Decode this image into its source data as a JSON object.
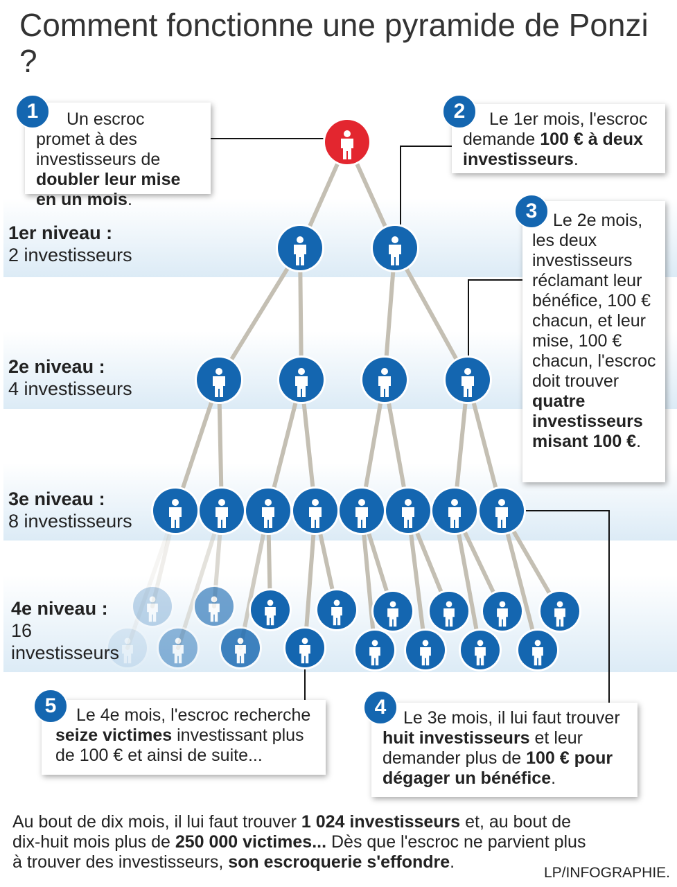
{
  "title": "Comment fonctionne une pyramide de Ponzi ?",
  "colors": {
    "band": "#dcebf6",
    "investor": "#1466b0",
    "escroc": "#e3262f",
    "line": "#c4bfb3",
    "badge": "#1466b0"
  },
  "levels": [
    {
      "head": "1er niveau :",
      "count": "2 investisseurs"
    },
    {
      "head": "2e niveau :",
      "count": "4 investisseurs"
    },
    {
      "head": "3e niveau :",
      "count": "8 investisseurs"
    },
    {
      "head": "4e niveau :",
      "count_line1": "16",
      "count_line2": "investisseurs"
    }
  ],
  "steps": [
    {
      "number": "1",
      "parts": [
        "Un escroc promet à des investisseurs de ",
        "doubler leur mise en un mois",
        "."
      ]
    },
    {
      "number": "2",
      "parts": [
        "Le 1er mois, l'escroc demande ",
        "100 € à deux investisseurs",
        "."
      ]
    },
    {
      "number": "3",
      "parts": [
        "Le 2e mois, les deux investisseurs réclamant leur bénéfice, 100 € chacun, et leur mise, 100 € chacun, l'escroc doit trouver ",
        "quatre investisseurs misant 100 €",
        "."
      ]
    },
    {
      "number": "4",
      "parts": [
        "Le 3e mois, il lui faut trouver ",
        "huit investisseurs",
        " et leur demander plus de ",
        "100 € pour dégager un bénéfice",
        "."
      ]
    },
    {
      "number": "5",
      "parts": [
        "Le 4e mois, l'escroc recherche ",
        "seize victimes",
        " investissant plus de 100 € et ainsi de suite..."
      ]
    }
  ],
  "footer": {
    "parts": [
      "Au bout de dix mois, il lui faut trouver ",
      "1 024 investisseurs",
      " et, au bout de dix-huit mois plus de ",
      "250 000 victimes...",
      " Dès que l'escroc ne parvient plus à trouver des investisseurs, ",
      "son escroquerie s'effondre",
      "."
    ]
  },
  "credit": "LP/INFOGRAPHIE."
}
